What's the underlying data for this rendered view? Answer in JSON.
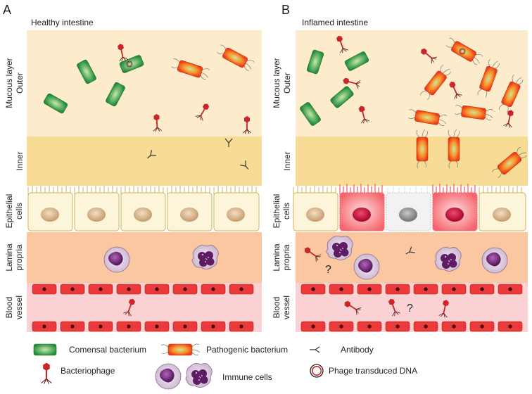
{
  "panels": {
    "a": {
      "letter": "A",
      "title": "Healthy intestine"
    },
    "b": {
      "letter": "B",
      "title": "Inflamed intestine"
    }
  },
  "layers": {
    "mucous": "Mucous layer",
    "outer": "Outer",
    "inner": "Inner",
    "epithelial_1": "Epithelial",
    "epithelial_2": "cells",
    "lamina_1": "Lamina",
    "lamina_2": "propria",
    "blood_1": "Blood",
    "blood_2": "vessel"
  },
  "question_mark": "?",
  "legend": {
    "commensal": "Comensal bacterium",
    "pathogenic": "Pathogenic bacterium",
    "antibody": "Antibody",
    "phage": "Bacteriophage",
    "immune": "Immune cells",
    "transduced": "Phage transduced DNA"
  },
  "colors": {
    "outer_mucus": "#fdeccb",
    "inner_mucus": "#f8dc95",
    "epithelium_healthy": "#fdf5d9",
    "epithelium_inflamed": "#f45a62",
    "epithelium_dead": "#eeeeee",
    "lamina_propria": "#fac7a0",
    "blood_vessel": "#fbd2d4",
    "red_blood_cell": "#ec3a3a",
    "commensal": "#2e9e44",
    "pathogen": "#f24d1c",
    "phage": "#c8262b",
    "immune_cell": "#5e1d63"
  }
}
